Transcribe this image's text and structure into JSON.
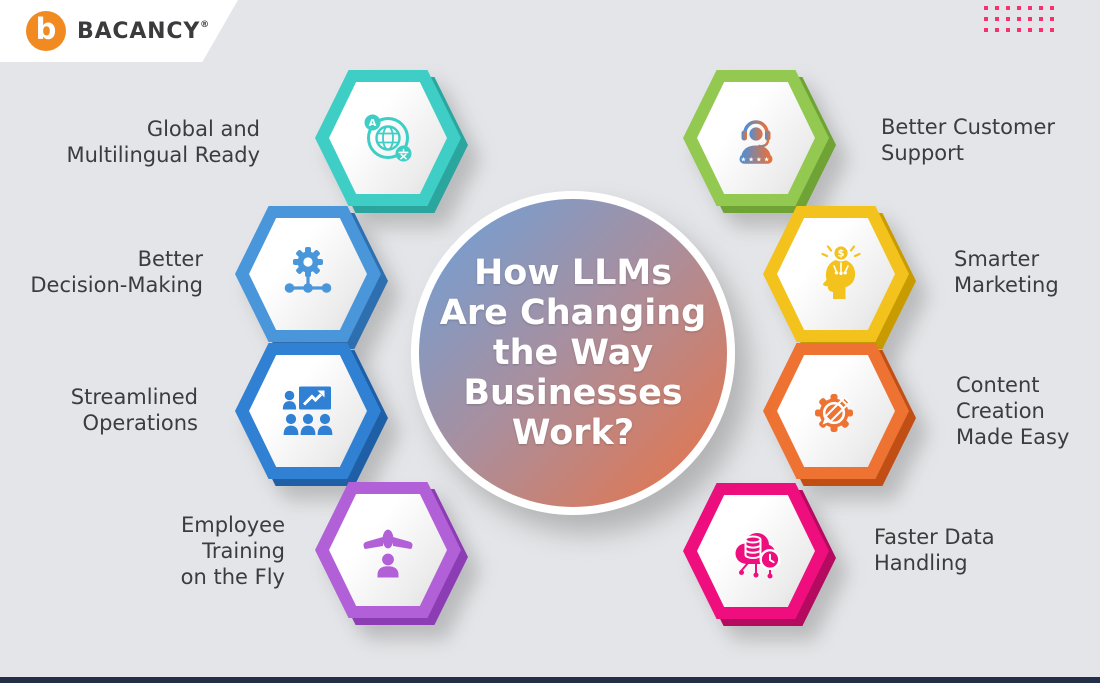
{
  "brand": {
    "logo_text": "BACANCY",
    "registered_mark": "®",
    "logo_icon": "bacancy-b-icon",
    "logo_letter": "b",
    "logo_orange": "#F18A21",
    "text_color": "#3B3B3D"
  },
  "header_decor": {
    "dot_rows": 3,
    "dot_cols": 7,
    "dot_color": "#F8306D"
  },
  "center": {
    "title_text": "How LLMs Are Changing the Way Businesses Work?",
    "title_lines": [
      "How LLMs",
      "Are Changing",
      "the Way",
      "Businesses",
      "Work?"
    ],
    "gradient_start": "#6BA1DB",
    "gradient_end": "#EC7243",
    "text_color": "#FFFFFF"
  },
  "items": [
    {
      "id": "global-multilingual-ready",
      "label": "Global and\nMultilingual Ready",
      "icon": "translation-globe-icon",
      "color": "#3FCEC5",
      "shade": "#2AA69E",
      "side": "left"
    },
    {
      "id": "better-decision-making",
      "label": "Better\nDecision-Making",
      "icon": "gear-network-icon",
      "color": "#4A96DB",
      "shade": "#2E6FB0",
      "side": "left"
    },
    {
      "id": "streamlined-operations",
      "label": "Streamlined\nOperations",
      "icon": "team-presentation-icon",
      "color": "#3080D3",
      "shade": "#1E5FA6",
      "side": "left"
    },
    {
      "id": "employee-training-on-the-fly",
      "label": "Employee\nTraining\non the Fly",
      "icon": "employee-training-plane-icon",
      "color": "#B260D8",
      "shade": "#8C3DB3",
      "side": "left"
    },
    {
      "id": "better-customer-support",
      "label": "Better Customer\nSupport",
      "icon": "customer-support-icon",
      "color": "#93C950",
      "shade": "#6FA335",
      "icon_gradient": [
        "#4A90D9",
        "#ED7035"
      ],
      "side": "right"
    },
    {
      "id": "smarter-marketing",
      "label": "Smarter\nMarketing",
      "icon": "marketing-head-icon",
      "color": "#F3C21D",
      "shade": "#C89B00",
      "side": "right"
    },
    {
      "id": "content-creation-made-easy",
      "label": "Content\nCreation\nMade Easy",
      "icon": "content-gear-pencil-icon",
      "color": "#EE7231",
      "shade": "#C14F15",
      "side": "right"
    },
    {
      "id": "faster-data-handling",
      "label": "Faster Data\nHandling",
      "icon": "data-cloud-clock-icon",
      "color": "#EE0E7E",
      "shade": "#B40A5F",
      "side": "right"
    }
  ],
  "footer": {
    "bar_color": "#232E48"
  },
  "canvas": {
    "background": "#E4E5E8"
  }
}
